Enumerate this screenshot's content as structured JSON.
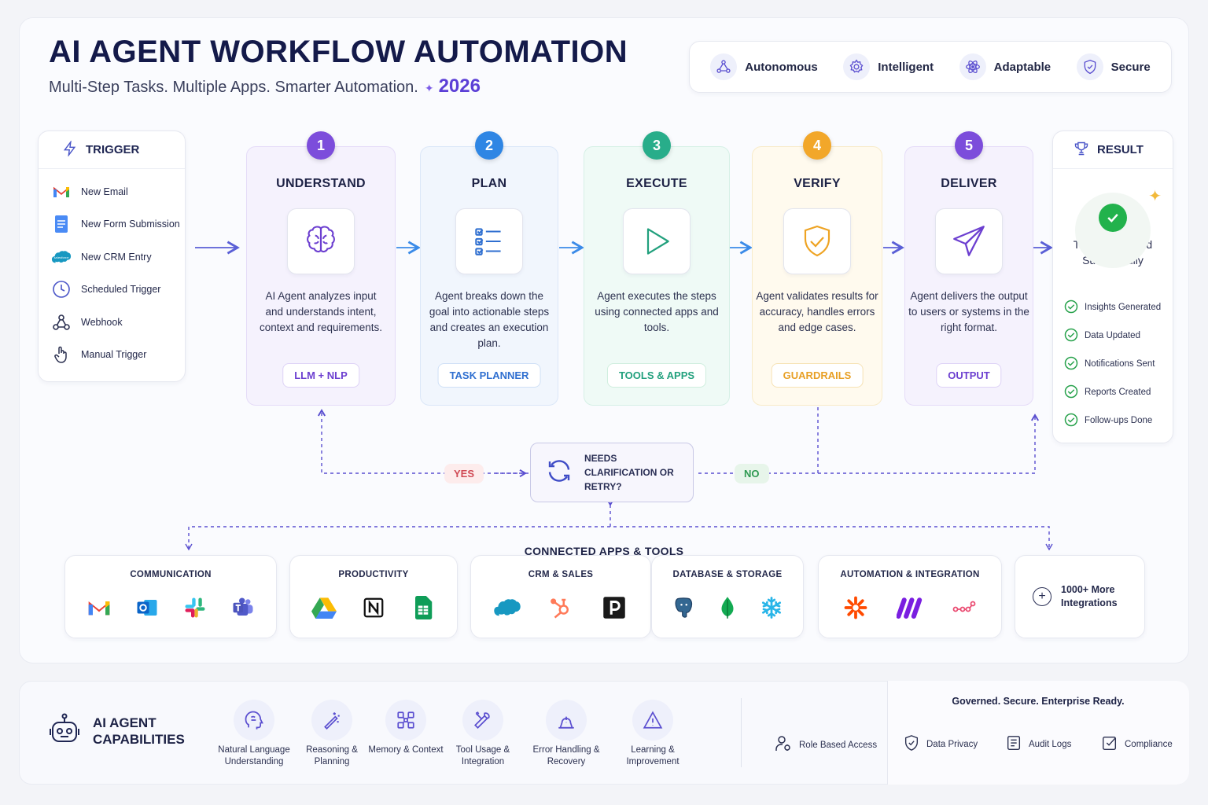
{
  "header": {
    "title": "AI AGENT WORKFLOW AUTOMATION",
    "subtitle": "Multi-Step Tasks. Multiple Apps. Smarter Automation.",
    "year": "2026"
  },
  "badges": [
    {
      "label": "Autonomous",
      "icon": "autonomous-icon"
    },
    {
      "label": "Intelligent",
      "icon": "gear-icon"
    },
    {
      "label": "Adaptable",
      "icon": "atom-icon"
    },
    {
      "label": "Secure",
      "icon": "shield-icon"
    }
  ],
  "trigger": {
    "title": "TRIGGER",
    "items": [
      "New Email",
      "New Form Submission",
      "New CRM Entry",
      "Scheduled Trigger",
      "Webhook",
      "Manual Trigger"
    ]
  },
  "steps": [
    {
      "num": "1",
      "name": "UNDERSTAND",
      "desc": "AI Agent analyzes input and understands intent, context and requirements.",
      "tag": "LLM + NLP",
      "color": "#7c4ddb"
    },
    {
      "num": "2",
      "name": "PLAN",
      "desc": "Agent breaks down the goal into actionable steps and creates an execution plan.",
      "tag": "TASK PLANNER",
      "color": "#2f86e4"
    },
    {
      "num": "3",
      "name": "EXECUTE",
      "desc": "Agent executes the steps using connected apps and tools.",
      "tag": "TOOLS & APPS",
      "color": "#28ad8a"
    },
    {
      "num": "4",
      "name": "VERIFY",
      "desc": "Agent validates results for accuracy, handles errors and edge cases.",
      "tag": "GUARDRAILS",
      "color": "#f2a72a"
    },
    {
      "num": "5",
      "name": "DELIVER",
      "desc": "Agent delivers the output to users or systems in the right format.",
      "tag": "OUTPUT",
      "color": "#7c4ddb"
    }
  ],
  "result": {
    "title": "RESULT",
    "main": "Task Completed Successfully",
    "items": [
      "Insights Generated",
      "Data Updated",
      "Notifications Sent",
      "Reports Created",
      "Follow-ups Done"
    ]
  },
  "decision": {
    "text": "NEEDS CLARIFICATION OR RETRY?",
    "yes": "YES",
    "no": "NO"
  },
  "apps": {
    "title": "CONNECTED APPS & TOOLS",
    "categories": [
      "COMMUNICATION",
      "PRODUCTIVITY",
      "CRM & SALES",
      "DATABASE & STORAGE",
      "AUTOMATION & INTEGRATION"
    ],
    "more": "1000+ More Integrations"
  },
  "capabilities": {
    "title": "AI AGENT CAPABILITIES",
    "items": [
      "Natural Language Understanding",
      "Reasoning & Planning",
      "Memory & Context",
      "Tool Usage & Integration",
      "Error Handling & Recovery",
      "Learning & Improvement"
    ]
  },
  "governance": {
    "title": "Governed. Secure. Enterprise Ready.",
    "items": [
      "Role Based Access",
      "Data Privacy",
      "Audit Logs",
      "Compliance"
    ]
  }
}
